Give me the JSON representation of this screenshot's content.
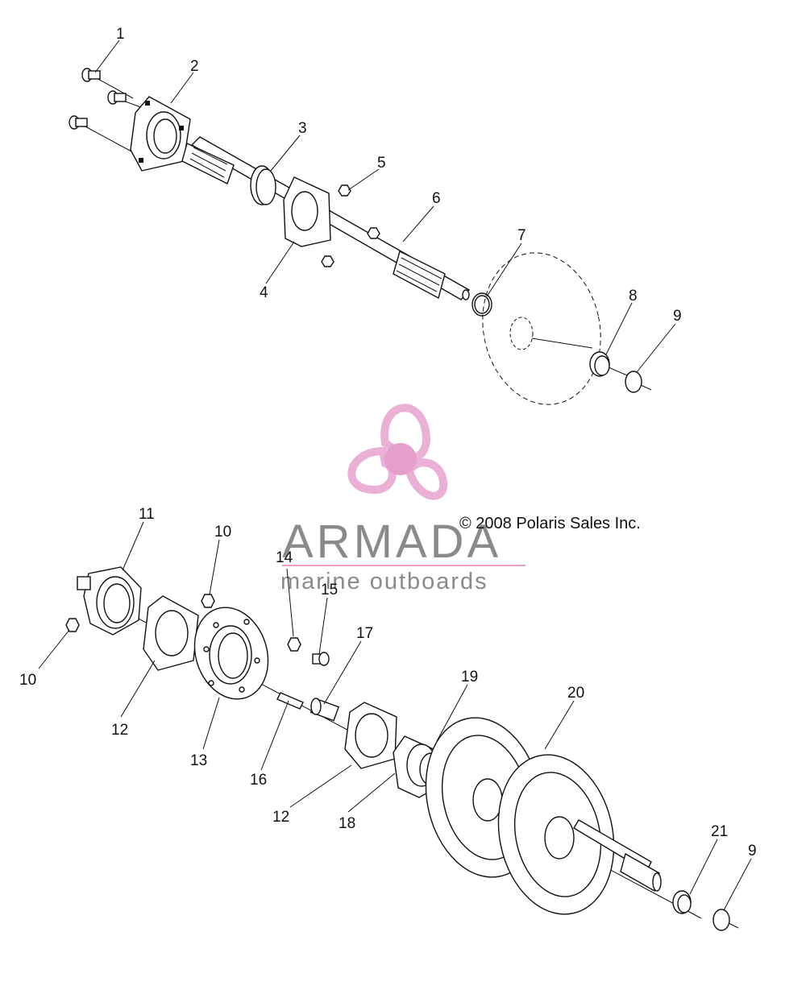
{
  "diagram": {
    "copyright": "© 2008 Polaris Sales Inc.",
    "watermark": {
      "title": "ARMADA",
      "subtitle": "marine outboards",
      "logo_color": "#e59fcc",
      "logo_accent": "#eab0d6"
    },
    "callouts": [
      "1",
      "2",
      "3",
      "4",
      "5",
      "6",
      "7",
      "8",
      "9",
      "10",
      "11",
      "10",
      "12",
      "13",
      "14",
      "15",
      "16",
      "17",
      "19",
      "20",
      "12",
      "18",
      "21",
      "9"
    ]
  }
}
